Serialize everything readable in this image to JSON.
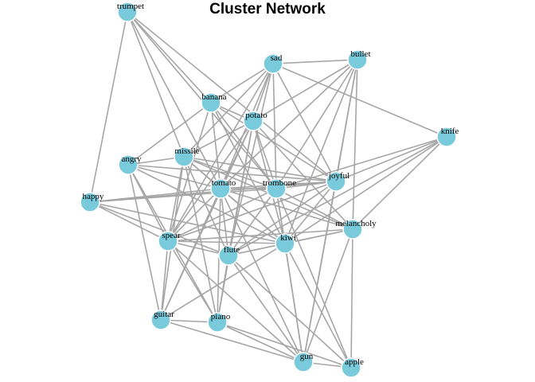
{
  "title": "Cluster Network",
  "colors": {
    "node_fill": "#79CBDC",
    "edge": "#A6A6A6",
    "background": "#FFFFFF"
  },
  "nodes": [
    {
      "id": "trumpet",
      "label": "trumpet"
    },
    {
      "id": "sad",
      "label": "sad"
    },
    {
      "id": "bullet",
      "label": "bullet"
    },
    {
      "id": "banana",
      "label": "banana"
    },
    {
      "id": "potato",
      "label": "potato"
    },
    {
      "id": "knife",
      "label": "knife"
    },
    {
      "id": "angry",
      "label": "angry"
    },
    {
      "id": "missile",
      "label": "missile"
    },
    {
      "id": "joyful",
      "label": "joyful"
    },
    {
      "id": "happy",
      "label": "happy"
    },
    {
      "id": "tomato",
      "label": "tomato"
    },
    {
      "id": "trombone",
      "label": "trombone"
    },
    {
      "id": "melancholy",
      "label": "melancholy"
    },
    {
      "id": "spear",
      "label": "spear"
    },
    {
      "id": "kiwi",
      "label": "kiwi"
    },
    {
      "id": "flute",
      "label": "flute"
    },
    {
      "id": "guitar",
      "label": "guitar"
    },
    {
      "id": "piano",
      "label": "piano"
    },
    {
      "id": "gun",
      "label": "gun"
    },
    {
      "id": "apple",
      "label": "apple"
    }
  ],
  "edges": [
    [
      "trumpet",
      "banana"
    ],
    [
      "trumpet",
      "missile"
    ],
    [
      "trumpet",
      "tomato"
    ],
    [
      "trumpet",
      "trombone"
    ],
    [
      "trumpet",
      "happy"
    ],
    [
      "trumpet",
      "joyful"
    ],
    [
      "sad",
      "bullet"
    ],
    [
      "sad",
      "banana"
    ],
    [
      "sad",
      "potato"
    ],
    [
      "sad",
      "knife"
    ],
    [
      "sad",
      "missile"
    ],
    [
      "sad",
      "tomato"
    ],
    [
      "sad",
      "trombone"
    ],
    [
      "sad",
      "spear"
    ],
    [
      "sad",
      "joyful"
    ],
    [
      "sad",
      "flute"
    ],
    [
      "bullet",
      "potato"
    ],
    [
      "bullet",
      "joyful"
    ],
    [
      "bullet",
      "tomato"
    ],
    [
      "bullet",
      "trombone"
    ],
    [
      "bullet",
      "kiwi"
    ],
    [
      "bullet",
      "melancholy"
    ],
    [
      "bullet",
      "gun"
    ],
    [
      "banana",
      "potato"
    ],
    [
      "banana",
      "trombone"
    ],
    [
      "banana",
      "tomato"
    ],
    [
      "banana",
      "joyful"
    ],
    [
      "banana",
      "angry"
    ],
    [
      "banana",
      "kiwi"
    ],
    [
      "banana",
      "spear"
    ],
    [
      "potato",
      "tomato"
    ],
    [
      "potato",
      "trombone"
    ],
    [
      "potato",
      "melancholy"
    ],
    [
      "potato",
      "spear"
    ],
    [
      "potato",
      "flute"
    ],
    [
      "potato",
      "piano"
    ],
    [
      "potato",
      "guitar"
    ],
    [
      "potato",
      "missile"
    ],
    [
      "potato",
      "kiwi"
    ],
    [
      "knife",
      "joyful"
    ],
    [
      "knife",
      "trombone"
    ],
    [
      "knife",
      "melancholy"
    ],
    [
      "knife",
      "kiwi"
    ],
    [
      "knife",
      "flute"
    ],
    [
      "angry",
      "missile"
    ],
    [
      "angry",
      "tomato"
    ],
    [
      "angry",
      "kiwi"
    ],
    [
      "angry",
      "piano"
    ],
    [
      "angry",
      "guitar"
    ],
    [
      "angry",
      "spear"
    ],
    [
      "angry",
      "joyful"
    ],
    [
      "missile",
      "tomato"
    ],
    [
      "missile",
      "trombone"
    ],
    [
      "missile",
      "joyful"
    ],
    [
      "missile",
      "spear"
    ],
    [
      "missile",
      "flute"
    ],
    [
      "missile",
      "guitar"
    ],
    [
      "missile",
      "piano"
    ],
    [
      "missile",
      "melancholy"
    ],
    [
      "missile",
      "kiwi"
    ],
    [
      "joyful",
      "tomato"
    ],
    [
      "joyful",
      "trombone"
    ],
    [
      "joyful",
      "spear"
    ],
    [
      "joyful",
      "flute"
    ],
    [
      "joyful",
      "kiwi"
    ],
    [
      "joyful",
      "gun"
    ],
    [
      "joyful",
      "happy"
    ],
    [
      "happy",
      "tomato"
    ],
    [
      "happy",
      "trombone"
    ],
    [
      "happy",
      "spear"
    ],
    [
      "happy",
      "kiwi"
    ],
    [
      "happy",
      "flute"
    ],
    [
      "tomato",
      "trombone"
    ],
    [
      "tomato",
      "spear"
    ],
    [
      "tomato",
      "flute"
    ],
    [
      "tomato",
      "kiwi"
    ],
    [
      "tomato",
      "melancholy"
    ],
    [
      "tomato",
      "gun"
    ],
    [
      "tomato",
      "piano"
    ],
    [
      "tomato",
      "guitar"
    ],
    [
      "trombone",
      "melancholy"
    ],
    [
      "trombone",
      "kiwi"
    ],
    [
      "trombone",
      "spear"
    ],
    [
      "trombone",
      "flute"
    ],
    [
      "trombone",
      "gun"
    ],
    [
      "trombone",
      "apple"
    ],
    [
      "melancholy",
      "kiwi"
    ],
    [
      "melancholy",
      "spear"
    ],
    [
      "melancholy",
      "flute"
    ],
    [
      "melancholy",
      "gun"
    ],
    [
      "melancholy",
      "apple"
    ],
    [
      "spear",
      "kiwi"
    ],
    [
      "spear",
      "guitar"
    ],
    [
      "spear",
      "piano"
    ],
    [
      "spear",
      "gun"
    ],
    [
      "spear",
      "flute"
    ],
    [
      "kiwi",
      "flute"
    ],
    [
      "kiwi",
      "gun"
    ],
    [
      "kiwi",
      "apple"
    ],
    [
      "kiwi",
      "guitar"
    ],
    [
      "flute",
      "gun"
    ],
    [
      "flute",
      "apple"
    ],
    [
      "flute",
      "piano"
    ],
    [
      "guitar",
      "gun"
    ],
    [
      "guitar",
      "piano"
    ],
    [
      "piano",
      "gun"
    ],
    [
      "piano",
      "apple"
    ],
    [
      "gun",
      "apple"
    ]
  ]
}
